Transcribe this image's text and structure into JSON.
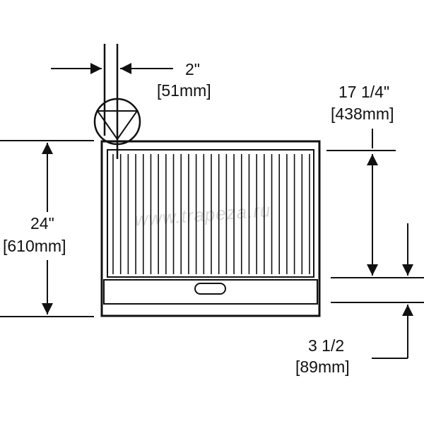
{
  "dimensions": {
    "width_top": {
      "imperial": "2\"",
      "metric": "[51mm]"
    },
    "depth": {
      "imperial": "24\"",
      "metric": "[610mm]"
    },
    "height_top": {
      "imperial": "17 1/4\"",
      "metric": "[438mm]"
    },
    "height_bottom": {
      "imperial": "3 1/2",
      "metric": "[89mm]"
    }
  },
  "watermark": "www.trapeza.ru",
  "colors": {
    "line": "#111111",
    "background": "#ffffff"
  }
}
